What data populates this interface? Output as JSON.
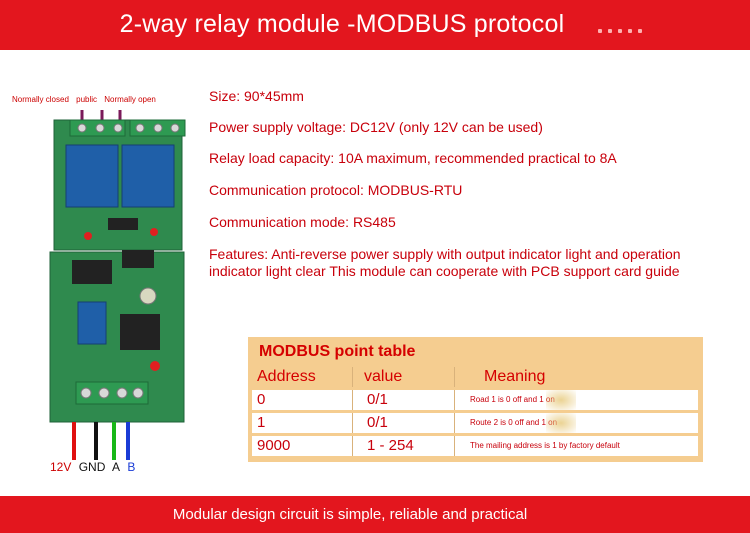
{
  "header": {
    "title": "2-way relay module -MODBUS protocol"
  },
  "footer": {
    "caption": "Modular design circuit is simple, reliable and practical"
  },
  "board": {
    "pin_labels": [
      "Normally closed",
      "public",
      "Normally open"
    ],
    "wire_labels": [
      "12V",
      "GND",
      "A",
      "B"
    ],
    "colors": {
      "pcb": "#2f8a4e",
      "relay": "#1f5fa8",
      "terminal": "#2e9a52",
      "wire_red": "#e01010",
      "wire_black": "#111111",
      "wire_green": "#18b818",
      "wire_blue": "#1a3cd6"
    }
  },
  "specs": [
    "Size: 90*45mm",
    "Power supply voltage: DC12V (only 12V can be used)",
    "Relay load capacity: 10A maximum, recommended practical to 8A",
    "Communication protocol: MODBUS-RTU",
    "Communication mode: RS485",
    "Features: Anti-reverse power supply with output indicator light and operation indicator light clear This module can cooperate with PCB support card guide"
  ],
  "point_table": {
    "title": "MODBUS point table",
    "headers": [
      "Address",
      "value",
      "Meaning"
    ],
    "rows": [
      {
        "address": "0",
        "value": "0/1",
        "meaning": "Road 1 is 0 off and 1 on"
      },
      {
        "address": "1",
        "value": "0/1",
        "meaning": "Route 2 is 0 off and 1 on"
      },
      {
        "address": "9000",
        "value": "1 - 254",
        "meaning": "The mailing address is 1 by factory default"
      }
    ]
  }
}
